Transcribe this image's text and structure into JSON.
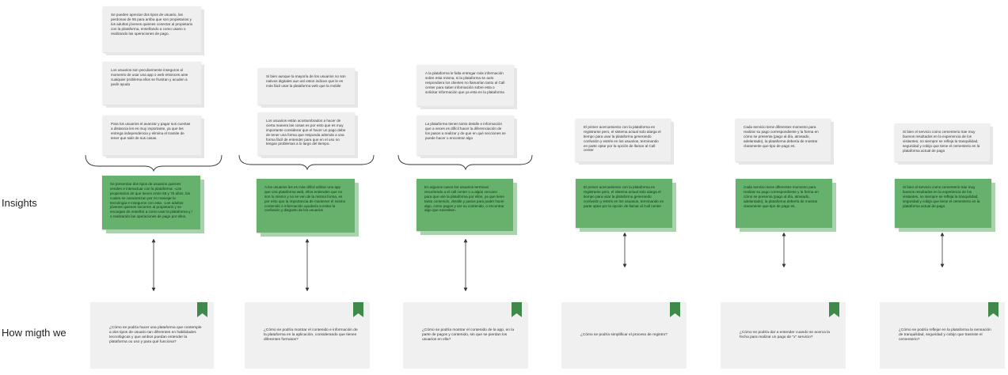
{
  "row_labels": {
    "insights": "Insights",
    "hmw": "How migth we"
  },
  "columns": [
    {
      "notes": [
        "Se pueden apreciar dos tipos de usuario, las perdonas de 55 para arriba que son propietarios y los adultos jóvenes quienes conectar al propietario con la plataforma, enseñando a como usario o realizando las operaciones de pago.",
        "Los usuarios son peculiarmente inseguros al momento de usar una app o web entonces ante cualquier problema ellos se frustran y acuden a pedir ayuda",
        "Para los usuarios el avanzar y pagar sus cuentas a distancia les es muy importante, ya que les entrega independencia y elimina el tramite de tener que salir de sus casas."
      ],
      "insight": "Se presentan dos tipos de usuarios quienes venden e interactuar con la plataforma: -Los propietarios de que tienen entre 55 y 75 años, los cuales se caracterizan por no manejar la tecnología e inseguros con esta. -Los adultos jóvenes quienes socorren al propietario y se encargan de enseñar a como usar la plataforma y / o realizando las operaciones de pago por ellos.",
      "hmw": "¿Cómo se podría hacer una plataforma que contemple a dos tipos de usuario tan diferentes en habilidades tecnológicas y que ambos puedan entender la plataforma ou uso y para qué funciona?"
    },
    {
      "notes": [
        "Si bien aunque la mayoría de los usuarios no son nativos digitales aun así estos indican que le es más fácil usar la plataforma web que la mobile",
        "Los usuarios están acostumbrados a hacer de cierta manera las cosas es por esto que es muy importante considerar que el hacer un pago debe de tener una forma que responda además a una forma fácil de entender para que en el uso no tengan problemas a lo largo del tiempo."
      ],
      "insight": "A los usuarios les es más difícil utilizar una app que una plataforma web, ellos entienden que no son lo mismo y no se ven de la misma forma, es por esto que la importancia de mantener el mismo contenido e información ayudaría a evitar la confusión y disgusto de los usuarios",
      "hmw": "¿Cómo se podría mostrar el contenido e información de la plataforma en la aplicación, considerando que tienen diferentes formatos?"
    },
    {
      "notes": [
        "A la plataforma le falta entregar más información sobre esta misma, si la plataforma se auto respondiera los clientes no llamarían tanto al Call center para saber información sobre esta o solicitar información que ya esta en la plataforma",
        "La plataforma tienen tanto detalle e información que a veces es difícil hacer la diferenciación de los pasos a realizar y de que en qué secciones se puede hacer o encontrar algo"
      ],
      "insight": "En algunos casos los usuarios terminan recurriendo a el call center o a algún cercano para que use la plataforma por ellos, ya que tiene tanto contenido, detalle y pasos para poder hacer algo, como pagos y ver su contenido, o encontrar algo que necesiten.",
      "hmw": "¿Cómo se podría mostrar el contenido de la app, en la parte de pagos y contenido, sin que se pierdan los usuarios en ella?"
    },
    {
      "notes": [
        "El primer acercamiento con la plataforma es registrarse pero, el sistema actual solo alarga el tiempo para usar la plataforma generando confusión y estrés en los usuarios, terminando en parte optar por la opción de llamar al Call center"
      ],
      "insight": "El primer acercamiento con la plataforma es registrarse pero, el sistema actual solo alarga el tiempo para usar la plataforma generando confusión y estrés en los usuarios, terminando en parte optar por la opción de llamar al Call center",
      "hmw": "¿Cómo se podría simplificar el proceso de registro?"
    },
    {
      "notes": [
        "Cada servicio tiene diferentes momento para realizar su pago correspondiente y la forma en cómo se presenta (pago al día, atrasado, adelantado), la plataforma debería de mostrar claramente que tipo de pago es."
      ],
      "insight": "Cada servicio tiene diferentes momento para realizar su pago correspondiente y la forma en cómo se presenta (pago al día, atrasado, adelantado), la plataforma debería de mostrar claramente que tipo de pago es.",
      "hmw": "¿Cómo se podría dar a entender cuando se acerca la fecha para realizar un pago de \"x\" servicio?"
    },
    {
      "notes": [
        "Si bien el servicio como cementerio trae muy buenos resultados en la experiencia de los visitantes, no siempre se refleja la tranquilidad, seguridad y cobijo que tiene el cementerio en la plataforma actual de pago"
      ],
      "insight": "Si bien el servicio como cementerio trae muy buenos resultados en la experiencia de los visitantes, no siempre se refleja la tranquilidad, seguridad y cobijo que tiene el cementerio en la plataforma actual de pago",
      "hmw": "¿Cómo se podría reflejar en la plataforma la sensación de tranquilidad, seguridad y cobijo que trasmite el cementerio?"
    }
  ],
  "colors": {
    "insight_green": "#66b16c",
    "bookmark_green": "#3f8a4a",
    "note_grey": "#efefef",
    "hmw_grey": "#f0f0f0"
  }
}
